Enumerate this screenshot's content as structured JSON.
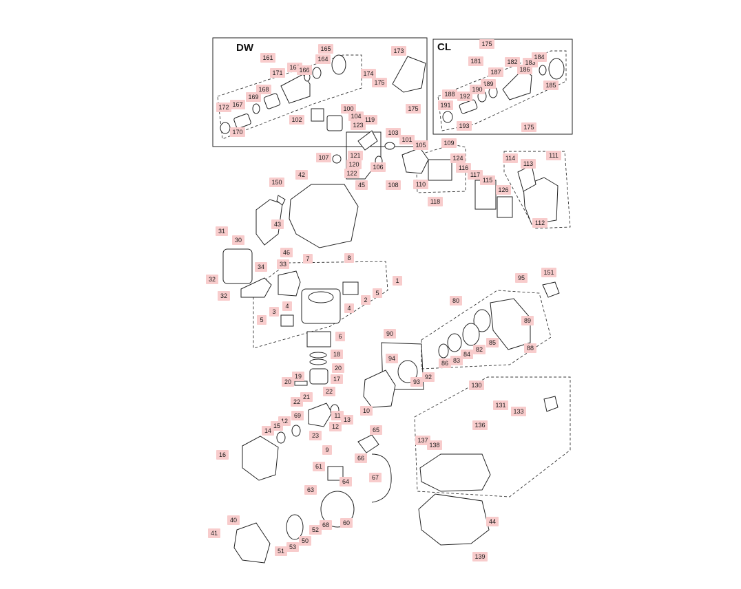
{
  "boxes": {
    "dw_title": "DW",
    "cl_title": "CL"
  },
  "callouts": {
    "c1": "1",
    "c2": "2",
    "c3": "3",
    "c4a": "4",
    "c4b": "4",
    "c5a": "5",
    "c5b": "5",
    "c6": "6",
    "c7": "7",
    "c8": "8",
    "c9": "9",
    "c10": "10",
    "c11": "11",
    "c12a": "12",
    "c12b": "12",
    "c13": "13",
    "c14": "14",
    "c15": "15",
    "c16": "16",
    "c17": "17",
    "c18": "18",
    "c19": "19",
    "c20a": "20",
    "c20b": "20",
    "c21": "21",
    "c22a": "22",
    "c22b": "22",
    "c23": "23",
    "c30": "30",
    "c31": "31",
    "c32a": "32",
    "c32b": "32",
    "c33": "33",
    "c34": "34",
    "c40": "40",
    "c41": "41",
    "c42": "42",
    "c43": "43",
    "c44": "44",
    "c45": "45",
    "c46": "46",
    "c50": "50",
    "c51": "51",
    "c52": "52",
    "c53": "53",
    "c60": "60",
    "c61": "61",
    "c63": "63",
    "c64": "64",
    "c65": "65",
    "c66": "66",
    "c67": "67",
    "c68": "68",
    "c69": "69",
    "c80": "80",
    "c82": "82",
    "c83": "83",
    "c84": "84",
    "c85": "85",
    "c86": "86",
    "c88": "88",
    "c89": "89",
    "c90": "90",
    "c92": "92",
    "c93": "93",
    "c94": "94",
    "c95": "95",
    "c100": "100",
    "c101": "101",
    "c102": "102",
    "c103": "103",
    "c104": "104",
    "c105": "105",
    "c106": "106",
    "c107": "107",
    "c108": "108",
    "c109": "109",
    "c110": "110",
    "c111": "111",
    "c112": "112",
    "c113": "113",
    "c114": "114",
    "c115": "115",
    "c116": "116",
    "c117": "117",
    "c118": "118",
    "c119": "119",
    "c120": "120",
    "c121": "121",
    "c122": "122",
    "c123": "123",
    "c124": "124",
    "c126": "126",
    "c130": "130",
    "c131": "131",
    "c133": "133",
    "c136": "136",
    "c137": "137",
    "c138": "138",
    "c139": "139",
    "c150": "150",
    "c151": "151",
    "c161": "161",
    "c163": "163",
    "c164": "164",
    "c165": "165",
    "c166": "166",
    "c167": "167",
    "c168": "168",
    "c169": "169",
    "c170": "170",
    "c171": "171",
    "c172": "172",
    "c173": "173",
    "c174": "174",
    "c175a": "175",
    "c175b": "175",
    "c175c": "175",
    "c175d": "175",
    "c181": "181",
    "c182": "182",
    "c183": "183",
    "c184": "184",
    "c185": "185",
    "c186": "186",
    "c187": "187",
    "c188": "188",
    "c189": "189",
    "c190": "190",
    "c191": "191",
    "c192": "192",
    "c193": "193"
  },
  "colors": {
    "callout_fill": "#f8cccc",
    "line": "#222222"
  }
}
